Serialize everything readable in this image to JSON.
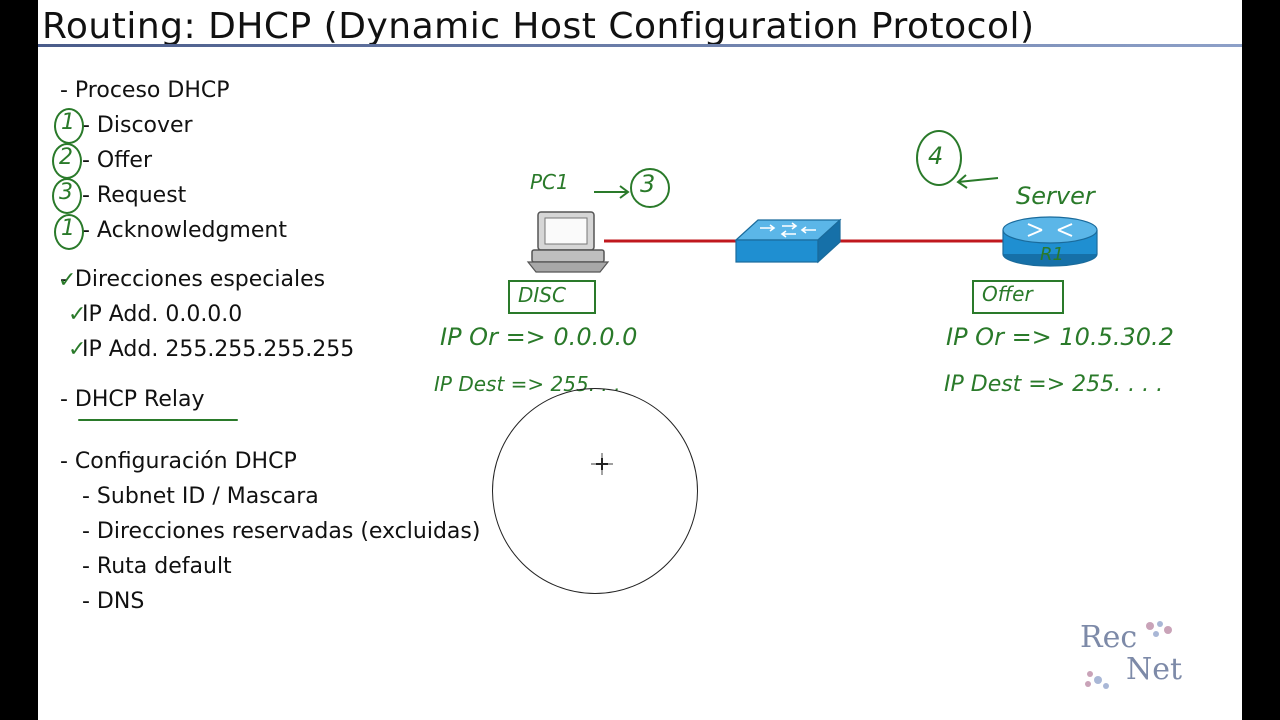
{
  "title": "Routing: DHCP (Dynamic Host Configuration Protocol)",
  "outline": {
    "proceso": "- Proceso DHCP",
    "discover": "- Discover",
    "offer": "- Offer",
    "request": "- Request",
    "ack": "- Acknowledgment",
    "direcciones": "- Direcciones especiales",
    "ip1": "IP Add. 0.0.0.0",
    "ip2": "IP Add. 255.255.255.255",
    "relay": "- DHCP Relay",
    "config": "- Configuración DHCP",
    "subnet": "- Subnet ID / Mascara",
    "reservadas": "- Direcciones reservadas (excluidas)",
    "ruta": "- Ruta default",
    "dns": "- DNS"
  },
  "handwritten": {
    "num1a": "1",
    "num2": "2",
    "num3": "3",
    "num1b": "1",
    "check": "✓",
    "pc_label": "PC1",
    "pc_circle_num": "3",
    "server_label": "Server",
    "server_circle_num": "4",
    "router_label": "R1",
    "disc_box": "DISC",
    "offer_box": "Offer",
    "pc_ip_or": "IP Or => 0.0.0.0",
    "pc_ip_dest": "IP Dest => 255. . .",
    "srv_ip_or": "IP Or => 10.5.30.2",
    "srv_ip_dest": "IP Dest => 255. . . ."
  },
  "logo": {
    "line1": "Rec",
    "line2": "Net"
  },
  "colors": {
    "ink_green": "#2a7a2a",
    "link_red": "#c0181e",
    "device_blue": "#1f8fd1",
    "title_rule": "#4a5c8a"
  }
}
